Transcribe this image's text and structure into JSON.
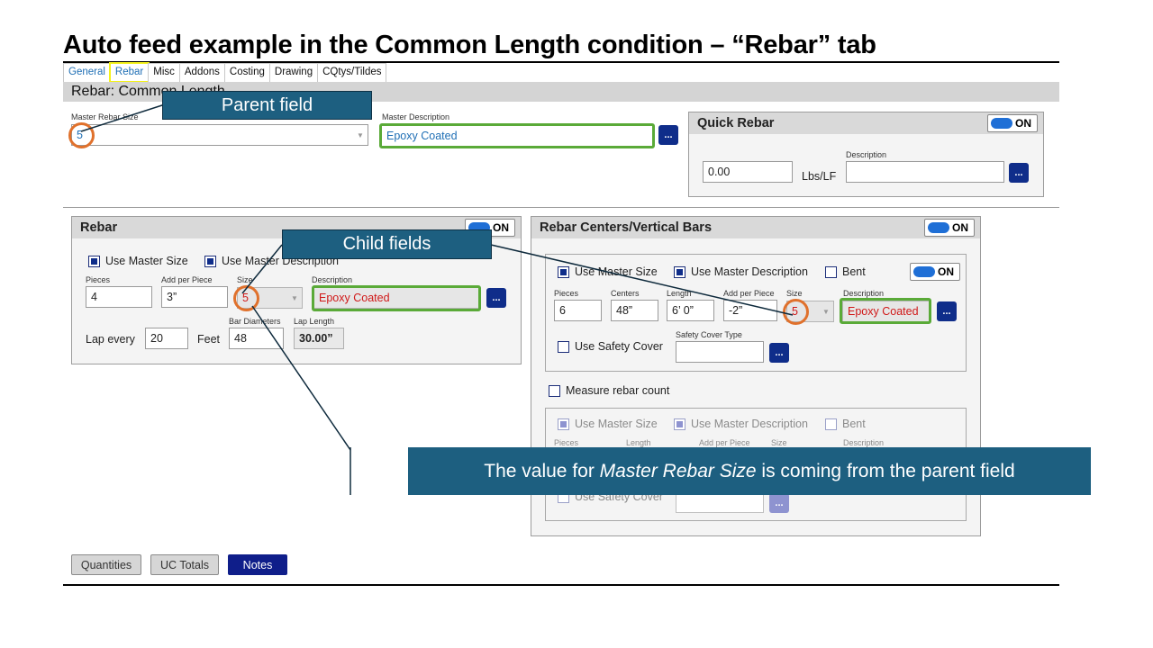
{
  "slide": {
    "title": "Auto feed example in the Common Length condition – “Rebar” tab"
  },
  "tabs": [
    "General",
    "Rebar",
    "Misc",
    "Addons",
    "Costing",
    "Drawing",
    "CQtys/Tildes"
  ],
  "header_band": "Rebar: Common Length",
  "master": {
    "size_label": "Master Rebar Size",
    "size_value": "5",
    "desc_label": "Master Description",
    "desc_value": "Epoxy Coated",
    "dots": "..."
  },
  "quick_rebar": {
    "title": "Quick Rebar",
    "toggle": "ON",
    "value": "0.00",
    "unit": "Lbs/LF",
    "desc_label": "Description",
    "desc_value": "",
    "dots": "..."
  },
  "rebar_panel": {
    "title": "Rebar",
    "toggle": "ON",
    "use_master_size": "Use Master Size",
    "use_master_desc": "Use Master Description",
    "pieces_label": "Pieces",
    "pieces_value": "4",
    "add_label": "Add per Piece",
    "add_value": "3”",
    "size_label": "Size",
    "size_value": "5",
    "desc_label": "Description",
    "desc_value": "Epoxy Coated",
    "dots": "...",
    "lap_every": "Lap every",
    "lap_value": "20",
    "feet": "Feet",
    "bar_diam_label": "Bar Diameters",
    "bar_diam_value": "48",
    "lap_length_label": "Lap Length",
    "lap_length_value": "30.00”"
  },
  "centers_panel": {
    "title": "Rebar Centers/Vertical Bars",
    "toggle": "ON",
    "inner": {
      "use_master_size": "Use Master Size",
      "use_master_desc": "Use Master Description",
      "bent": "Bent",
      "toggle": "ON",
      "pieces_label": "Pieces",
      "pieces_value": "6",
      "centers_label": "Centers",
      "centers_value": "48”",
      "length_label": "Length",
      "length_value": "6’ 0”",
      "add_label": "Add per Piece",
      "add_value": "-2”",
      "size_label": "Size",
      "size_value": "5",
      "desc_label": "Description",
      "desc_value": "Epoxy Coated",
      "dots": "...",
      "safety_cover": "Use Safety Cover",
      "safety_type_label": "Safety Cover Type",
      "safety_dots": "..."
    },
    "measure_count": "Measure rebar count",
    "lower": {
      "use_master_size": "Use Master Size",
      "use_master_desc": "Use Master Description",
      "bent": "Bent",
      "pieces_label": "Pieces",
      "length_label": "Length",
      "add_label": "Add per Piece",
      "size_label": "Size",
      "desc_label": "Description",
      "safety_cover": "Use Safety Cover",
      "dots": "..."
    }
  },
  "callouts": {
    "parent": "Parent field",
    "child": "Child fields",
    "banner_pre": "The value for ",
    "banner_em": "Master Rebar Size",
    "banner_post": " is coming from the parent field"
  },
  "bottom_buttons": [
    "Quantities",
    "UC Totals",
    "Notes"
  ],
  "colors": {
    "callout_bg": "#1d5f80",
    "highlight_green": "#5aaa38",
    "highlight_orange": "#e0712c",
    "tab_highlight": "#f4f21a",
    "button_navy": "#0f2d8a"
  }
}
